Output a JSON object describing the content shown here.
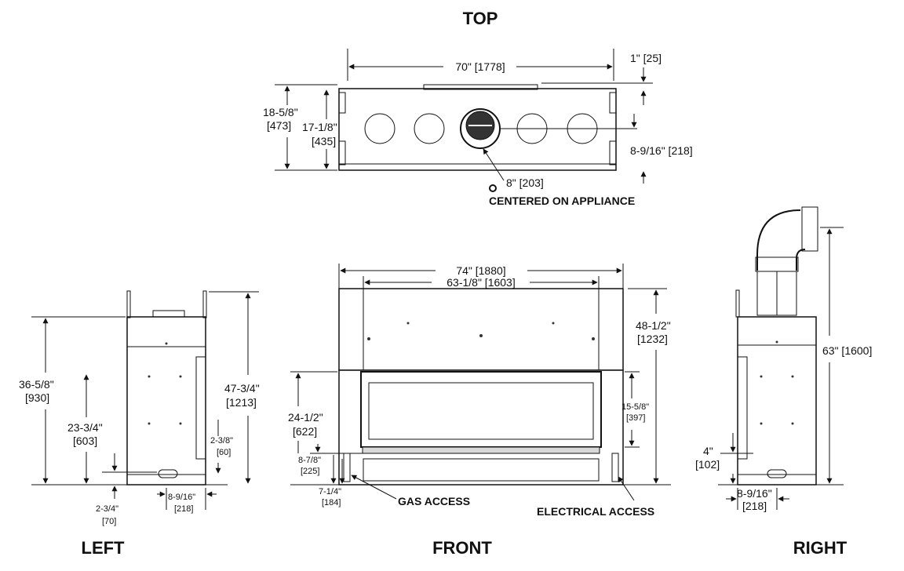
{
  "views": {
    "top": {
      "title": "TOP",
      "dims": {
        "overall_width": "70\" [1778]",
        "offset_top": "1\" [25]",
        "depth_outer_a": "18-5/8\"",
        "depth_outer_b": "[473]",
        "depth_inner_a": "17-1/8\"",
        "depth_inner_b": "[435]",
        "flue_offset": "8-9/16\" [218]",
        "flue_size": "8\" [203]"
      },
      "note": "CENTERED ON APPLIANCE"
    },
    "left": {
      "title": "LEFT",
      "dims": {
        "height_a": "36-5/8\"",
        "height_b": "[930]",
        "mid_a": "23-3/4\"",
        "mid_b": "[603]",
        "overall_a": "47-3/4\"",
        "overall_b": "[1213]",
        "small_a": "2-3/8\"",
        "small_b": "[60]",
        "bottom_a": "2-3/4\"",
        "bottom_b": "[70]",
        "side_a": "8-9/16\"",
        "side_b": "[218]"
      }
    },
    "front": {
      "title": "FRONT",
      "dims": {
        "overall_width": "74\" [1880]",
        "inner_width": "63-1/8\" [1603]",
        "height_a": "48-1/2\"",
        "height_b": "[1232]",
        "left_a": "24-1/2\"",
        "left_b": "[622]",
        "right_a": "15-5/8\"",
        "right_b": "[397]",
        "low_a": "8-7/8\"",
        "low_b": "[225]",
        "base_a": "7-1/4\"",
        "base_b": "[184]"
      },
      "gas_note": "GAS ACCESS",
      "electrical_note": "ELECTRICAL ACCESS"
    },
    "right": {
      "title": "RIGHT",
      "dims": {
        "overall": "63\" [1600]",
        "low_a": "4\"",
        "low_b": "[102]",
        "side_a": "8-9/16\"",
        "side_b": "[218]"
      }
    }
  }
}
